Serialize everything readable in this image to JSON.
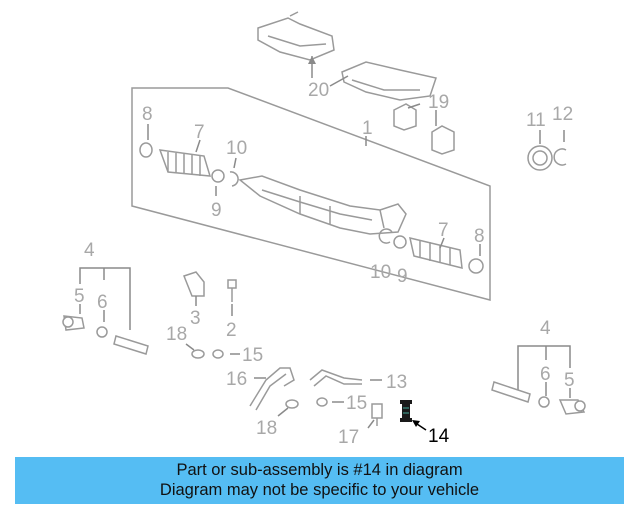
{
  "labels": {
    "n1": "1",
    "n2": "2",
    "n3": "3",
    "n4a": "4",
    "n4b": "4",
    "n5a": "5",
    "n5b": "5",
    "n6a": "6",
    "n6b": "6",
    "n7a": "7",
    "n7b": "7",
    "n8a": "8",
    "n8b": "8",
    "n9a": "9",
    "n9b": "9",
    "n10a": "10",
    "n10b": "10",
    "n11": "11",
    "n12": "12",
    "n13": "13",
    "n14": "14",
    "n15a": "15",
    "n15b": "15",
    "n16": "16",
    "n17": "17",
    "n18a": "18",
    "n18b": "18",
    "n19": "19",
    "n20": "20"
  },
  "highlight_part": "14",
  "banner": {
    "line1": "Part or sub-assembly is #14 in diagram",
    "line2": "Diagram may not be specific to your vehicle",
    "color": "#55bdf3"
  },
  "colors": {
    "parts": "#9a9a9a",
    "labels": "#a8a8a8",
    "highlight": "#000000"
  }
}
